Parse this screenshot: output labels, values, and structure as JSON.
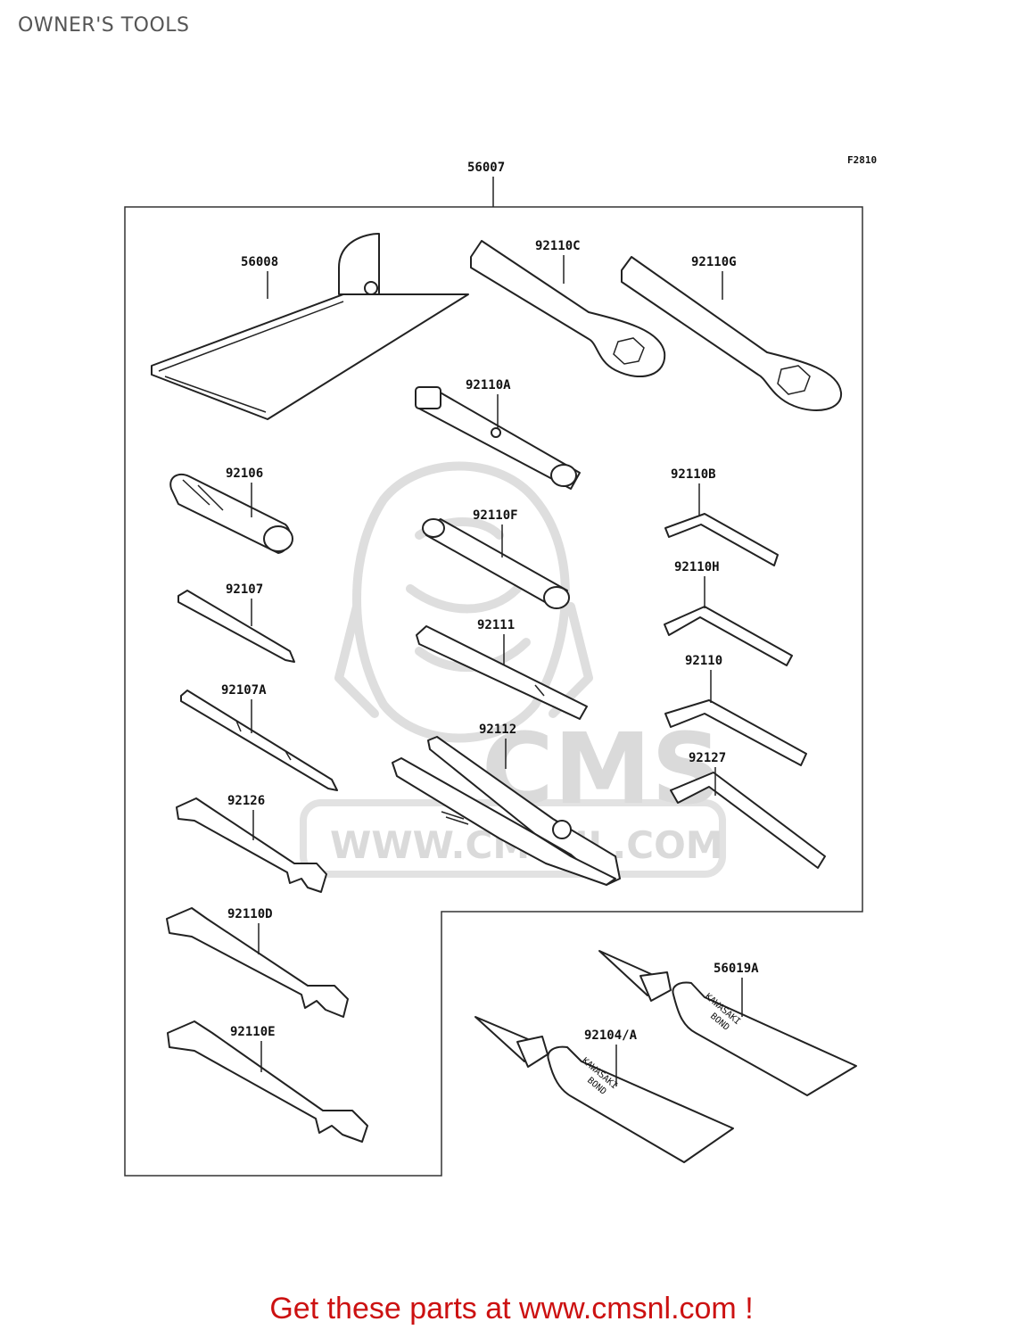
{
  "page": {
    "title": "OWNER'S TOOLS"
  },
  "figure": {
    "id": "F2810"
  },
  "labels": {
    "kit": "56007",
    "case": "56008",
    "wrench_c": "92110C",
    "wrench_g": "92110G",
    "box_a": "92110A",
    "handle": "92106",
    "driver": "92107",
    "driver_a": "92107A",
    "spanner_26": "92126",
    "spanner_d": "92110D",
    "spanner_e": "92110E",
    "box_f": "92110F",
    "bar": "92111",
    "pliers": "92112",
    "hex_b": "92110B",
    "hex_h": "92110H",
    "hex": "92110",
    "hex_27": "92127",
    "bond_a": "56019A",
    "bond": "92104/A"
  },
  "tube_text": {
    "brand": "KAWASAKI",
    "word": "BOND"
  },
  "watermark": {
    "big": "CMS",
    "url": "WWW.CMSNL.COM"
  },
  "footer": {
    "cta": "Get these parts at www.cmsnl.com !"
  },
  "colors": {
    "cta": "#cc1111",
    "ink": "#111111",
    "watermark": "#dadada"
  }
}
